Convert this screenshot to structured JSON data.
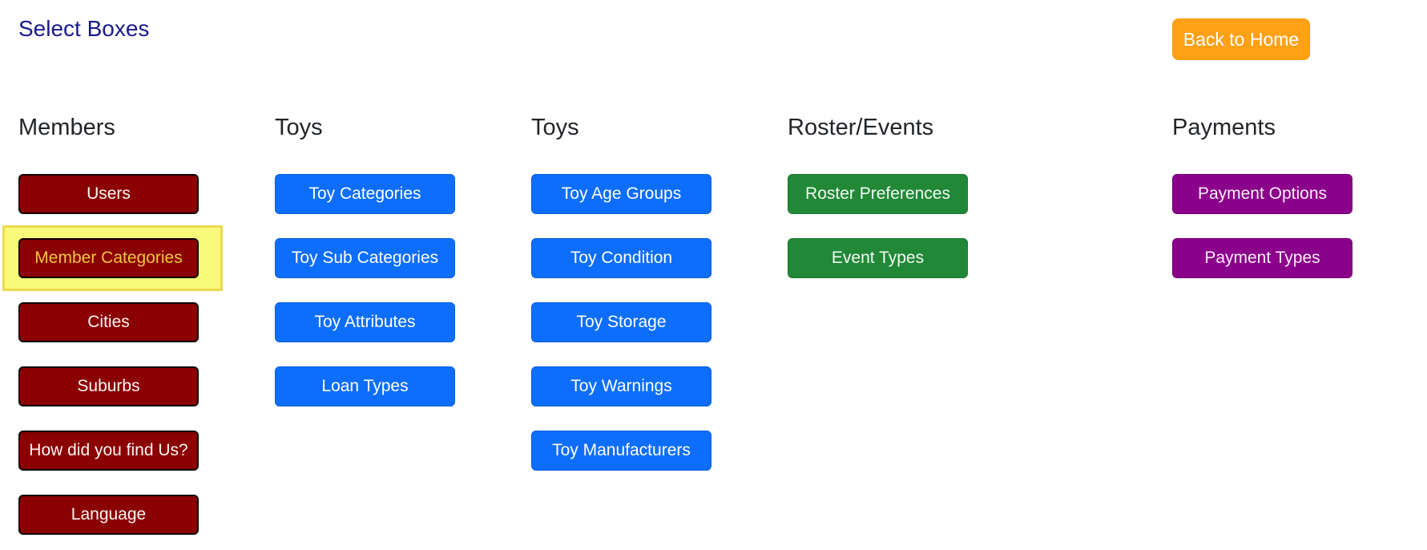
{
  "page": {
    "title": "Select Boxes",
    "title_color": "#1a1a8c",
    "background_color": "#ffffff"
  },
  "header": {
    "back_button": {
      "label": "Back to Home",
      "color": "#ffa115",
      "text_color": "#ffffff"
    }
  },
  "highlight": {
    "fill_color": "#fafa7a",
    "border_color": "#ecd94f",
    "highlighted_text_color": "#eec643",
    "highlighted_button": "Member Categories"
  },
  "columns": [
    {
      "heading": "Members",
      "button_color": "#8b0000",
      "button_text_color": "#ffffff",
      "buttons": [
        {
          "label": "Users",
          "highlighted": false
        },
        {
          "label": "Member Categories",
          "highlighted": true
        },
        {
          "label": "Cities",
          "highlighted": false
        },
        {
          "label": "Suburbs",
          "highlighted": false
        },
        {
          "label": "How did you find Us?",
          "highlighted": false
        },
        {
          "label": "Language",
          "highlighted": false
        }
      ]
    },
    {
      "heading": "Toys",
      "button_color": "#0d6efd",
      "button_text_color": "#ffffff",
      "buttons": [
        {
          "label": "Toy Categories",
          "highlighted": false
        },
        {
          "label": "Toy Sub Categories",
          "highlighted": false
        },
        {
          "label": "Toy Attributes",
          "highlighted": false
        },
        {
          "label": "Loan Types",
          "highlighted": false
        }
      ]
    },
    {
      "heading": "Toys",
      "button_color": "#0d6efd",
      "button_text_color": "#ffffff",
      "buttons": [
        {
          "label": "Toy Age Groups",
          "highlighted": false
        },
        {
          "label": "Toy Condition",
          "highlighted": false
        },
        {
          "label": "Toy Storage",
          "highlighted": false
        },
        {
          "label": "Toy Warnings",
          "highlighted": false
        },
        {
          "label": "Toy Manufacturers",
          "highlighted": false
        }
      ]
    },
    {
      "heading": "Roster/Events",
      "button_color": "#218838",
      "button_text_color": "#ffffff",
      "buttons": [
        {
          "label": "Roster Preferences",
          "highlighted": false
        },
        {
          "label": "Event Types",
          "highlighted": false
        }
      ]
    },
    {
      "heading": "Payments",
      "button_color": "#8b008b",
      "button_text_color": "#ffffff",
      "buttons": [
        {
          "label": "Payment Options",
          "highlighted": false
        },
        {
          "label": "Payment Types",
          "highlighted": false
        }
      ]
    }
  ]
}
